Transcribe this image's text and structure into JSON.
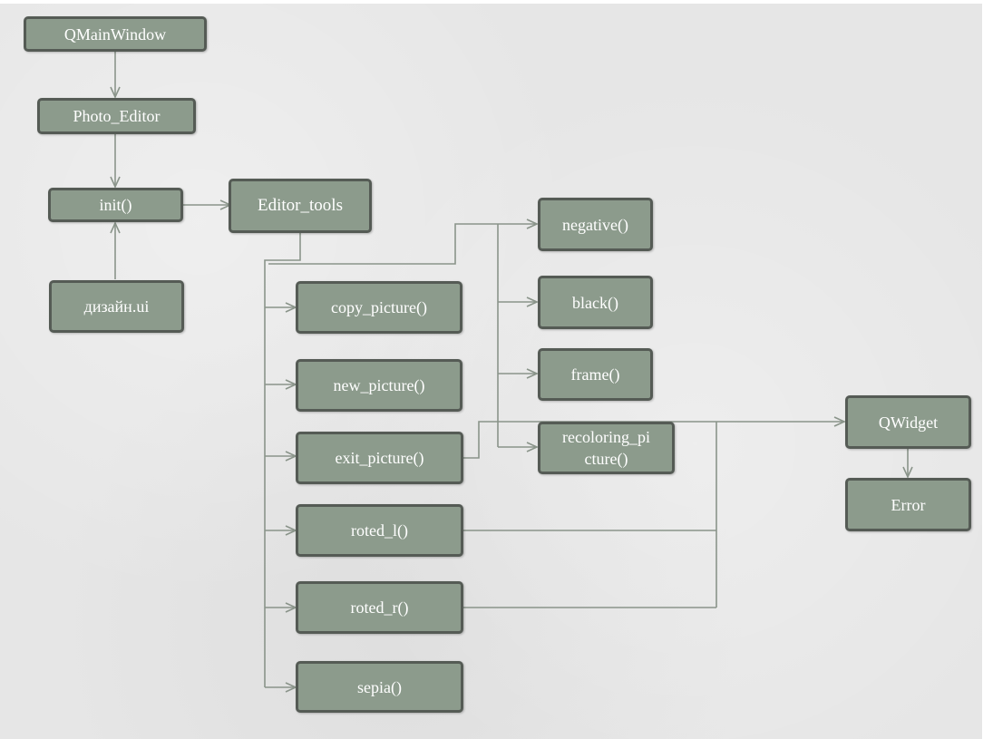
{
  "nodes": {
    "qmainwindow": "QMainWindow",
    "photo_editor": "Photo_Editor",
    "init": "init()",
    "design_ui": "дизайн.ui",
    "editor_tools": "Editor_tools",
    "copy_picture": "copy_picture()",
    "new_picture": "new_picture()",
    "exit_picture": "exit_picture()",
    "roted_l": "roted_l()",
    "roted_r": "roted_r()",
    "sepia": "sepia()",
    "negative": "negative()",
    "black": "black()",
    "frame": "frame()",
    "recoloring_picture": "recoloring_pi cture()",
    "qwidget": "QWidget",
    "error": "Error"
  },
  "colors": {
    "node_fill": "#8c9b8c",
    "node_border": "#555b55",
    "connector": "#8a948a",
    "node_text": "#ffffff"
  }
}
